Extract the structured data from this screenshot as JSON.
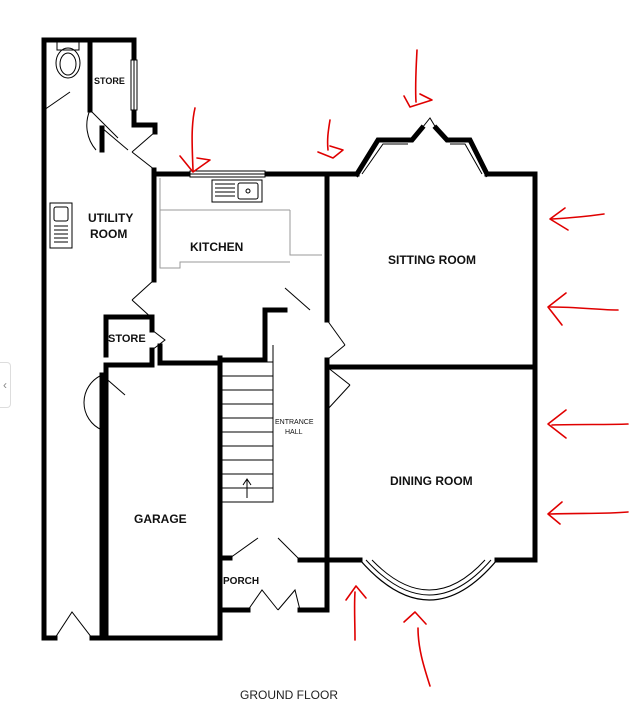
{
  "plan": {
    "caption": "GROUND FLOOR",
    "rooms": {
      "store_top": "STORE",
      "utility_1": "UTILITY",
      "utility_2": "ROOM",
      "kitchen": "KITCHEN",
      "sitting": "SITTING ROOM",
      "store_mid": "STORE",
      "entrance_1": "ENTRANCE",
      "entrance_2": "HALL",
      "dining": "DINING ROOM",
      "garage": "GARAGE",
      "porch": "PORCH"
    }
  },
  "colors": {
    "walls": "#000000",
    "annotation": "#e00000",
    "background": "#ffffff"
  },
  "edge_icon": "chevron-left-icon",
  "edge_glyph": "‹"
}
